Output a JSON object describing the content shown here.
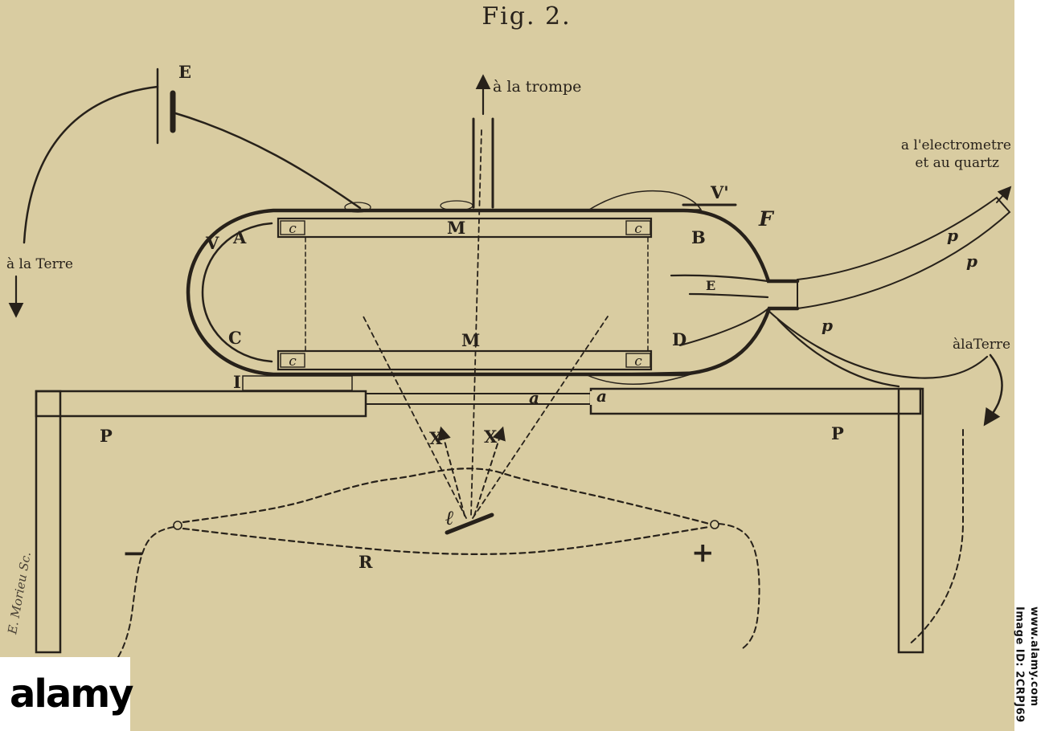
{
  "colors": {
    "paper": "#d9cca1",
    "ink": "#27211a",
    "watermark_bg": "#ffffff"
  },
  "figure": {
    "title": "Fig. 2.",
    "annotations": {
      "trompe": "à la trompe",
      "terre_left": "à la Terre",
      "terre_right": "àlaTerre",
      "electrometre_1": "a l'electrometre",
      "electrometre_2": "et au quartz",
      "engraver": "E. Morieu Sc."
    },
    "labels": {
      "E_battery": "E",
      "V": "V",
      "V_prime": "V'",
      "A": "A",
      "B": "B",
      "C": "C",
      "D": "D",
      "M_top": "M",
      "M_bottom": "M",
      "c_top_left": "c",
      "c_top_right": "c",
      "c_bottom_left": "c",
      "c_bottom_right": "c",
      "F": "F",
      "E_neck": "E",
      "p_tube_upper": "p",
      "p_tube_lower": "p",
      "p_ground": "p",
      "I_support": "I",
      "a_left": "a",
      "a_right": "a",
      "P_left": "P",
      "P_right": "P",
      "X_left": "X",
      "X_right": "X",
      "anticathode": "ℓ",
      "R": "R",
      "minus": "−",
      "plus": "+"
    }
  },
  "watermark": {
    "brand": "alamy",
    "image_id": "Image ID: 2CRPJ69",
    "url": "www.alamy.com"
  }
}
